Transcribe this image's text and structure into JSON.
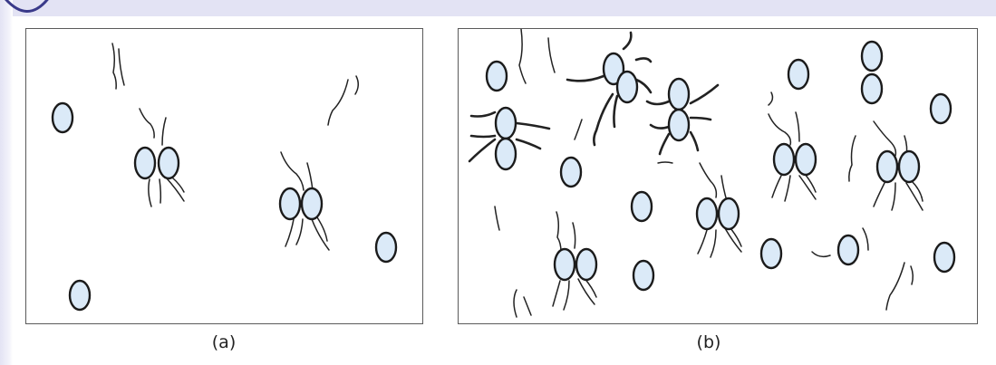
{
  "figure": {
    "panels": [
      {
        "id": "a",
        "caption": "(a)"
      },
      {
        "id": "b",
        "caption": "(b)"
      }
    ]
  },
  "colors": {
    "cell_fill": "#dbeaf8",
    "cell_stroke": "#1b1b1b",
    "panel_border": "#5a5a5a",
    "header_band": "#e3e3f4",
    "logo_accent": "#3a3a8a"
  },
  "icons": [
    "single-cell-icon",
    "dividing-cell-pair-icon",
    "flagella-icon"
  ]
}
